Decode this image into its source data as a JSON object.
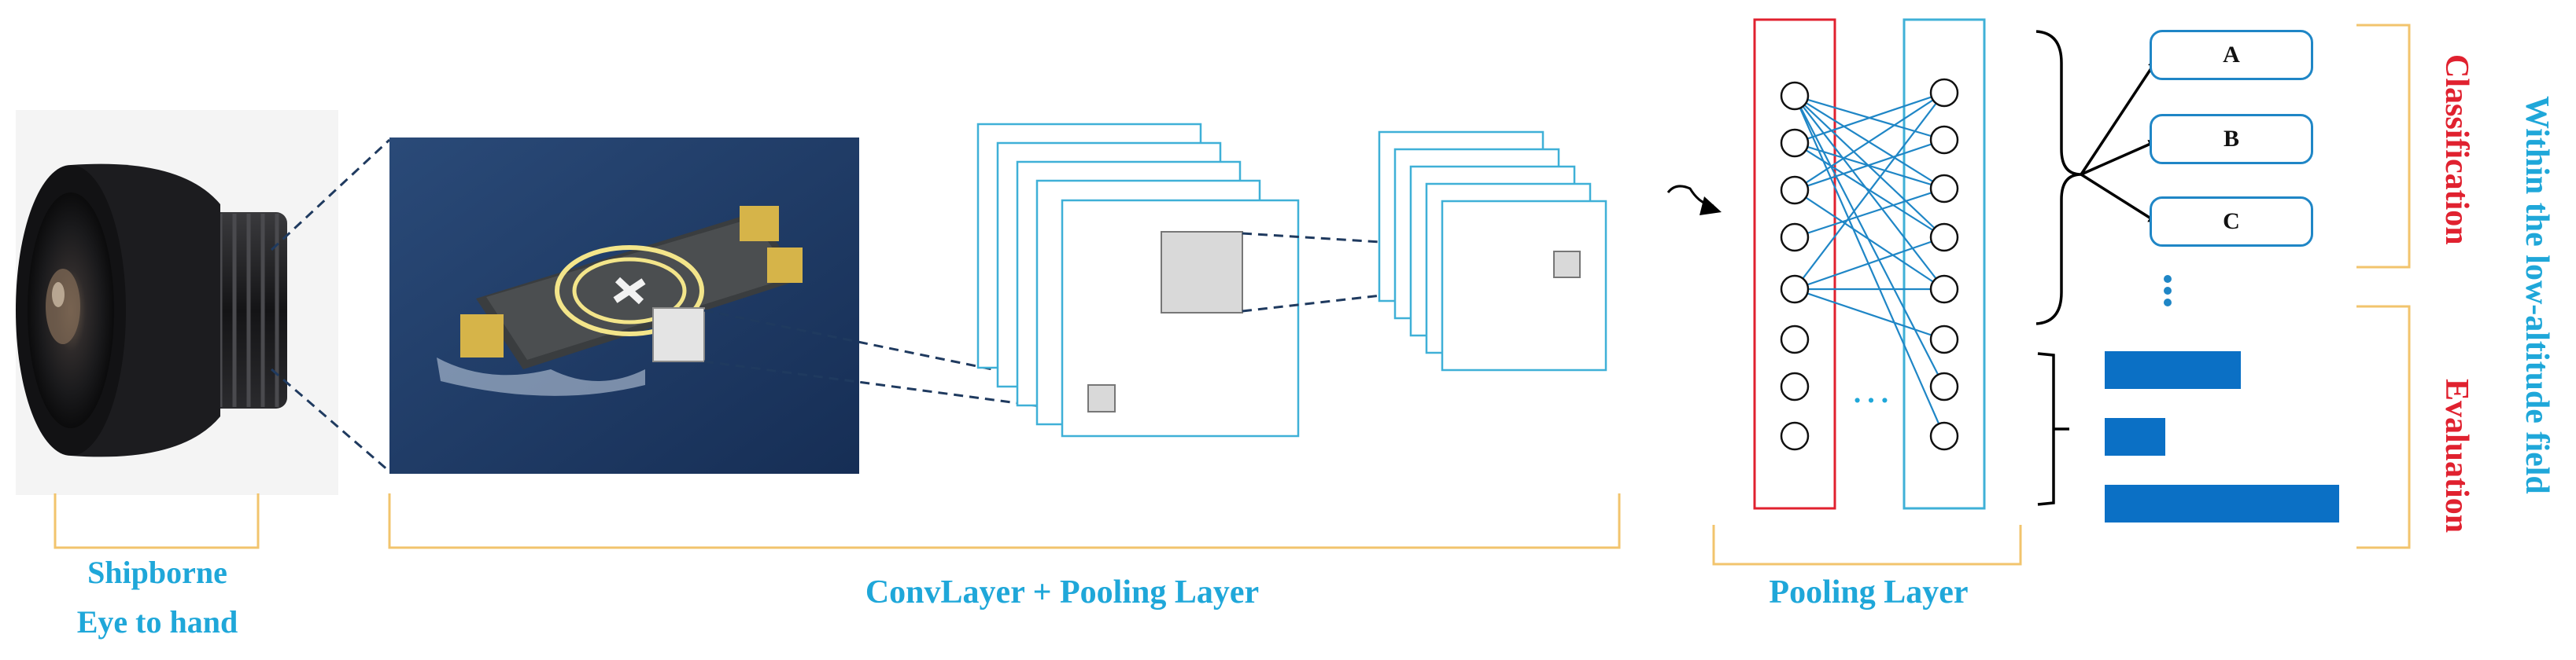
{
  "labels": {
    "camera_line1": "Shipborne",
    "camera_line2": "Eye to hand",
    "conv": "ConvLayer + Pooling Layer",
    "pooling": "Pooling Layer",
    "classification": "Classification",
    "evaluation": "Evaluation",
    "field": "Within the low-altitude field"
  },
  "classes": [
    "A",
    "B",
    "C"
  ],
  "ellipsis": "…",
  "colors": {
    "cyan_text": "#1fa7d9",
    "red_text": "#e0212f",
    "line_blue": "#1f86c6",
    "bar_blue": "#0b70c5",
    "bracket_gold": "#f2c46d",
    "sea": "#1e3c66"
  },
  "bar_values": [
    0.58,
    0.26,
    1.0
  ]
}
